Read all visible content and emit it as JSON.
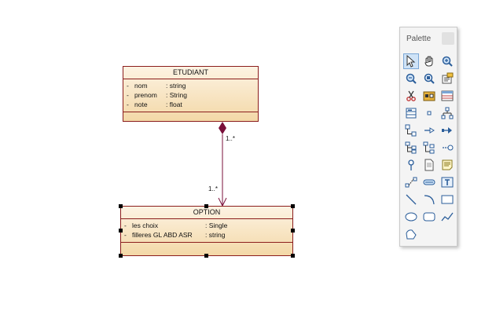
{
  "diagram": {
    "class_etudiant": {
      "name": "ETUDIANT",
      "attributes": [
        {
          "visibility": "-",
          "name": "nom",
          "type": ": string"
        },
        {
          "visibility": "-",
          "name": "prenom",
          "type": ": String"
        },
        {
          "visibility": "-",
          "name": "note",
          "type": ": float"
        }
      ]
    },
    "class_option": {
      "name": "OPTION",
      "attributes": [
        {
          "visibility": "-",
          "name": "les choix",
          "type": ": Single"
        },
        {
          "visibility": "-",
          "name": "filleres GL ABD ASR",
          "type": ": string"
        }
      ]
    },
    "association": {
      "kind": "composition",
      "source_multiplicity": "1..*",
      "target_multiplicity": "1..*",
      "color": "#7a0f3a"
    }
  },
  "palette": {
    "title": "Palette",
    "tools": [
      {
        "icon": "pointer-icon",
        "selected": true
      },
      {
        "icon": "hand-pan-icon"
      },
      {
        "icon": "zoom-in-icon"
      },
      {
        "icon": "zoom-out-icon"
      },
      {
        "icon": "zoom-search-icon"
      },
      {
        "icon": "properties-icon"
      },
      {
        "icon": "scissors-icon"
      },
      {
        "icon": "package-icon"
      },
      {
        "icon": "table-icon"
      },
      {
        "icon": "class-icon"
      },
      {
        "icon": "small-box-icon"
      },
      {
        "icon": "hierarchy-icon"
      },
      {
        "icon": "inheritance-icon"
      },
      {
        "icon": "link-arrow-icon"
      },
      {
        "icon": "dependency-icon"
      },
      {
        "icon": "tree-node-icon"
      },
      {
        "icon": "tree-branch-icon"
      },
      {
        "icon": "realization-icon"
      },
      {
        "icon": "pin-icon"
      },
      {
        "icon": "file-icon"
      },
      {
        "icon": "note-icon"
      },
      {
        "icon": "connector-icon"
      },
      {
        "icon": "rounded-bar-icon"
      },
      {
        "icon": "text-icon"
      },
      {
        "icon": "line-icon"
      },
      {
        "icon": "arc-icon"
      },
      {
        "icon": "rectangle-icon"
      },
      {
        "icon": "ellipse-icon"
      },
      {
        "icon": "rounded-rectangle-icon"
      },
      {
        "icon": "polyline-icon"
      },
      {
        "icon": "freeform-icon"
      }
    ]
  },
  "colors": {
    "class_border": "#8b1d1d",
    "class_fill_top": "#fdf3e3",
    "class_fill_bottom": "#f3d8a7",
    "association": "#7a0f3a",
    "palette_bg": "#f4f4f4",
    "selected_tool": "#cfe3f7"
  }
}
